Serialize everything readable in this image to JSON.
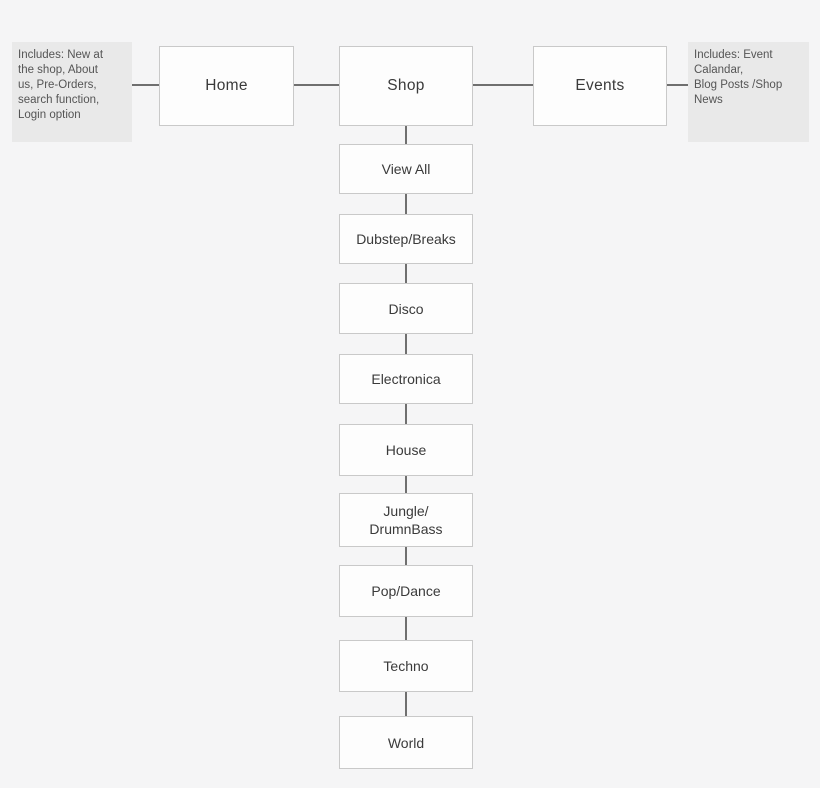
{
  "diagram": {
    "title": "Shop sitemap flowchart",
    "colors": {
      "background": "#f5f5f6",
      "node_fill": "#fdfdfd",
      "node_border": "#c9c9c9",
      "note_fill": "#e9e9e9",
      "connector": "#6f6f6f",
      "text": "#3a3a3a"
    },
    "top_nodes": [
      {
        "label": "Home"
      },
      {
        "label": "Shop"
      },
      {
        "label": "Events"
      }
    ],
    "left_note": "Includes: New at\nthe shop, About\nus, Pre-Orders,\nsearch function,\nLogin option",
    "right_note": "Includes: Event\nCalandar,\nBlog Posts /Shop\nNews",
    "shop_children": [
      "View All",
      "Dubstep/Breaks",
      "Disco",
      "Electronica",
      "House",
      "Jungle/\nDrumnBass",
      "Pop/Dance",
      "Techno",
      "World"
    ]
  }
}
